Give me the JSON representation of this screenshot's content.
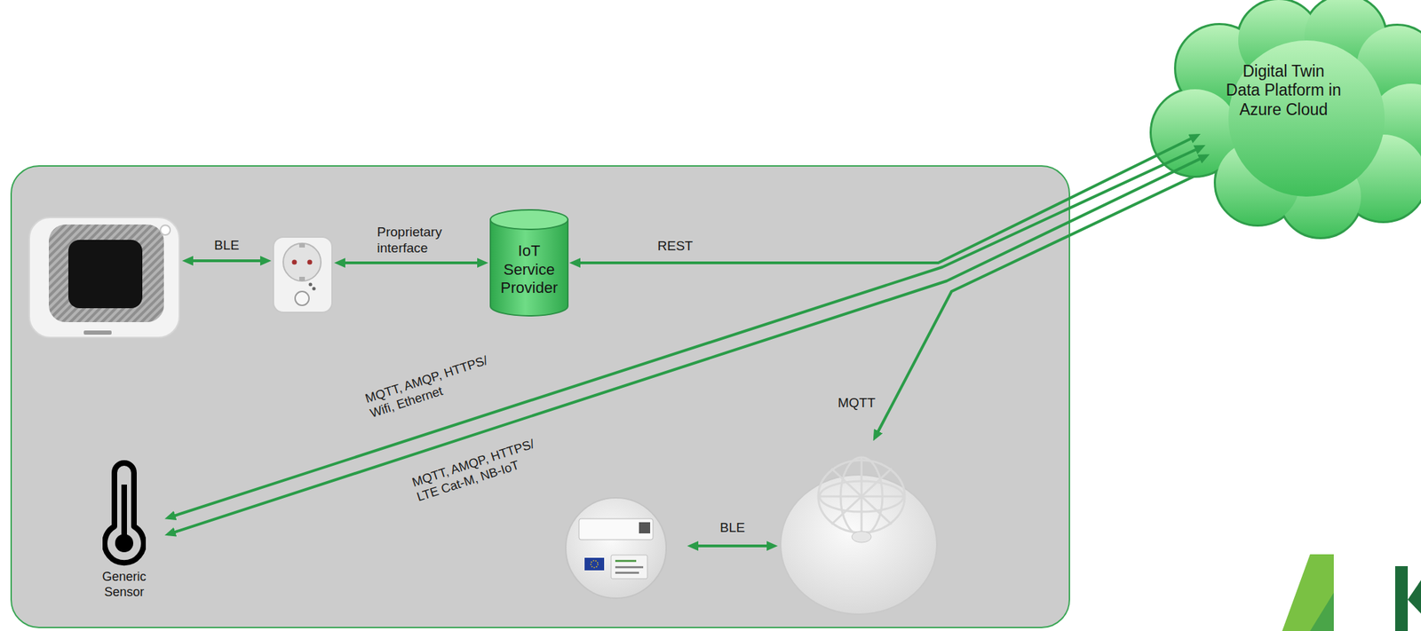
{
  "diagram": {
    "nodes": [
      {
        "text": [
          "Digital Twin Data Platform in Azure Cloud"
        ]
      },
      {
        "text": [
          "IoT Service Provider"
        ]
      },
      {
        "text": [
          "Generic Sensor"
        ]
      }
    ],
    "edges": [
      {
        "from": 0,
        "to": 1,
        "arrow": "both",
        "label": "REST"
      },
      {
        "from": 0,
        "to": 2,
        "arrow": "both",
        "label": "MQTT, AMQP, HTTPS/ Wifi, Ethernet"
      },
      {
        "from": 0,
        "to": 2,
        "arrow": "both",
        "label": "MQTT, AMQP, HTTPS/ LTE Cat-M, NB-IoT"
      }
    ],
    "labels": [
      "BLE",
      "Proprietary interface",
      "MQTT",
      "BLE"
    ]
  }
}
